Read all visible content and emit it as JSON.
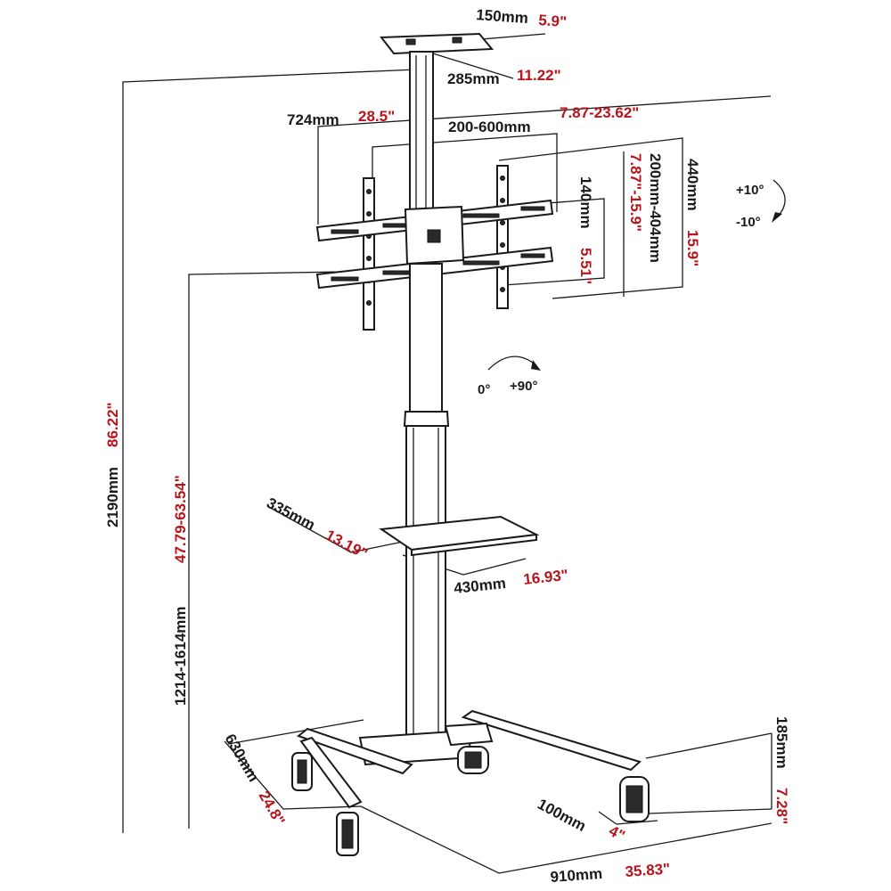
{
  "colors": {
    "line": "#1a1a1a",
    "metric": "#1a1a1a",
    "imperial": "#b8141b"
  },
  "dimensions": {
    "top_plate": {
      "mm": "150mm",
      "in": "5.9\""
    },
    "ceiling_pole": {
      "mm": "285mm",
      "in": "11.22\""
    },
    "mount_width": {
      "mm": "724mm",
      "in": "28.5\""
    },
    "vesa_width": {
      "mm": "200-600mm",
      "in": "7.87-23.62\""
    },
    "mount_height": {
      "mm": "440mm",
      "in": "15.9\""
    },
    "vesa_height": {
      "mm": "200mm-404mm",
      "in": "7.87\"-15.9\""
    },
    "arm_spacing": {
      "mm": "140mm",
      "in": "5.51\""
    },
    "total_height": {
      "mm": "2190mm",
      "in": "86.22\""
    },
    "adjustable_height": {
      "mm": "1214-1614mm",
      "in": "47.79-63.54\""
    },
    "shelf_depth": {
      "mm": "335mm",
      "in": "13.19\""
    },
    "shelf_width": {
      "mm": "430mm",
      "in": "16.93\""
    },
    "base_depth": {
      "mm": "630mm",
      "in": "24.8\""
    },
    "base_width": {
      "mm": "910mm",
      "in": "35.83\""
    },
    "base_height": {
      "mm": "185mm",
      "in": "7.28\""
    },
    "caster": {
      "mm": "100mm",
      "in": "4\""
    }
  },
  "tilt": {
    "up": "+10°",
    "down": "-10°"
  },
  "rotation": {
    "start": "0°",
    "end": "+90°"
  }
}
